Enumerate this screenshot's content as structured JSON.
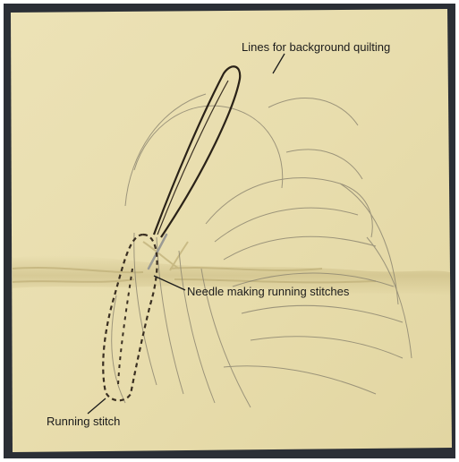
{
  "image": {
    "kind": "photo",
    "colors": {
      "fabric": "#e9dfb0",
      "fabric_shadow": "#c9bb86",
      "pencil_lines": "#8c8570",
      "thread": "#2a2218",
      "stitches": "#3a2f22",
      "border": "#2b2b2b"
    }
  },
  "annotations": {
    "background_lines": "Lines for background quilting",
    "needle": "Needle making running stitches",
    "running_stitch": "Running stitch"
  }
}
